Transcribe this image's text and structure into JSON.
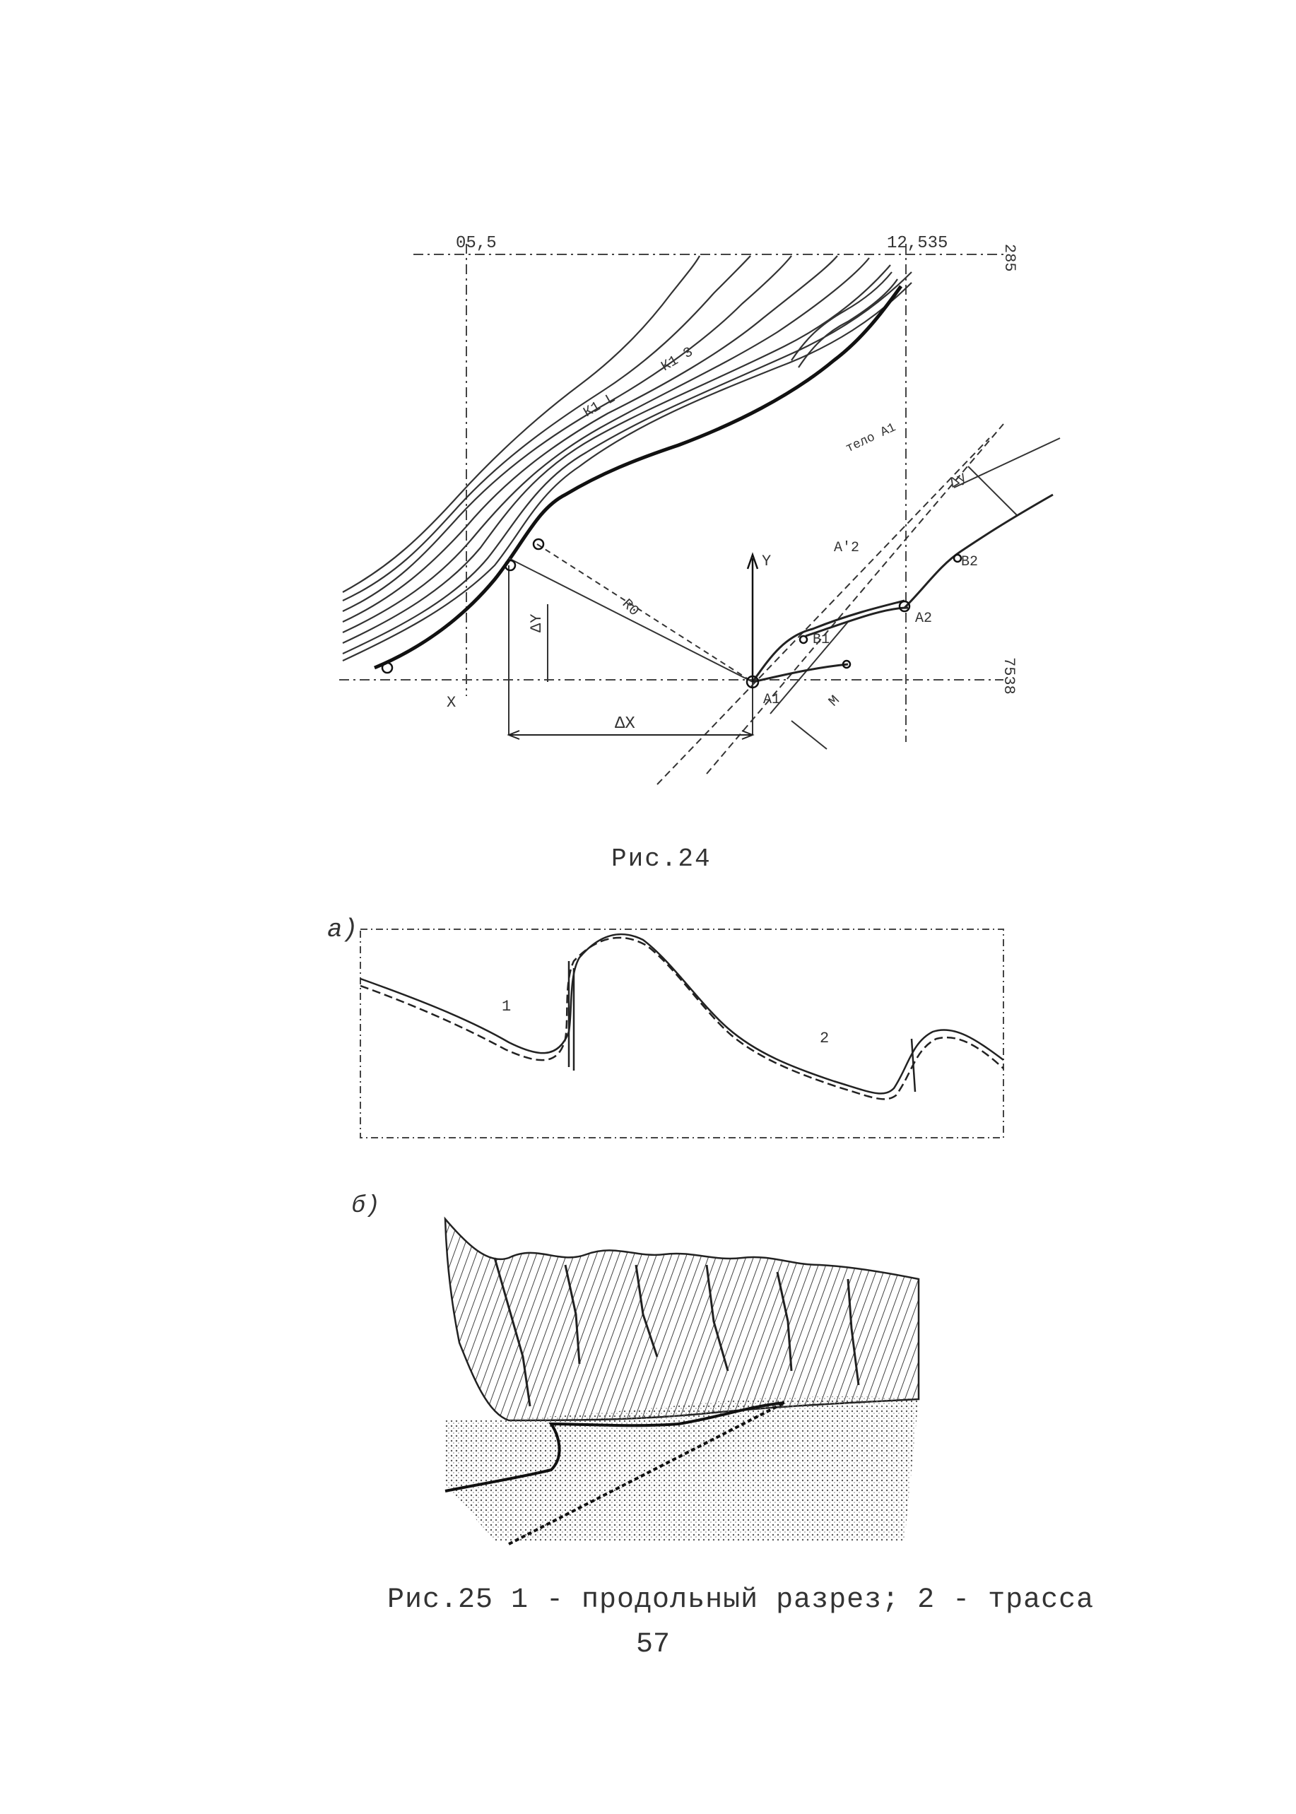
{
  "figure24": {
    "caption": "Рис.24",
    "labels": {
      "top_left_coord": "05,5",
      "top_right_coord": "12,535",
      "right_top_coord": "285",
      "right_bottom_coord": "7538",
      "contour_k1_l": "К1 L",
      "contour_k1_3": "К1 3",
      "delta_x": "ΔX",
      "delta_y": "ΔY",
      "axis_y": "Y",
      "point_a1": "A1",
      "point_a2": "A2",
      "point_a2_prime": "A'2",
      "point_b1": "B1",
      "point_b2": "B2",
      "point_m": "M",
      "x_label": "X",
      "delta_y_small": "Δy",
      "rd_label": "R0",
      "terra_label": "тело A1"
    }
  },
  "figure25": {
    "panel_a_label": "а)",
    "panel_b_label": "б)",
    "curve_label_1": "1",
    "curve_label_2": "2",
    "caption": "Рис.25  1 - продольный разрез; 2 - трасса"
  },
  "page_number": "57"
}
